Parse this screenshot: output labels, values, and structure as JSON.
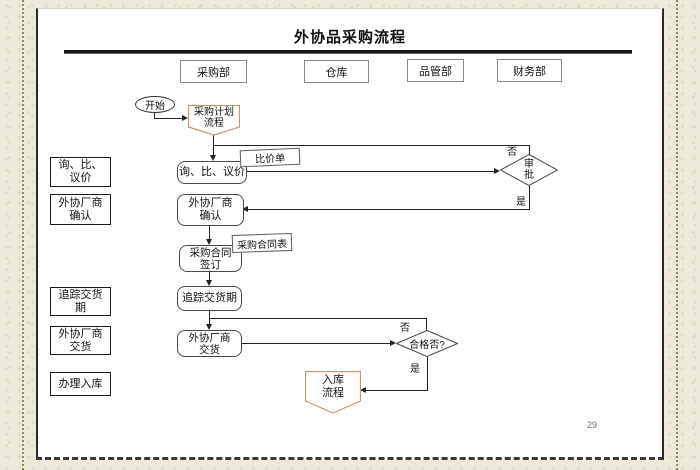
{
  "slide": {
    "title": "外协品采购流程",
    "page_number": "29"
  },
  "departments": [
    {
      "label": "采购部"
    },
    {
      "label": "仓库"
    },
    {
      "label": "品管部"
    },
    {
      "label": "财务部"
    }
  ],
  "side_labels": [
    {
      "text": "询、比、\n议价"
    },
    {
      "text": "外协厂商\n确认"
    },
    {
      "text": "追踪交货\n期"
    },
    {
      "text": "外协厂商\n交货"
    },
    {
      "text": "办理入库"
    }
  ],
  "flow": {
    "start": "开始",
    "plan_process": "采购计划\n流程",
    "inquiry": "询、比、议价",
    "price_sheet": "比价单",
    "approval": "审\n批",
    "vendor_confirm": "外协厂商\n确认",
    "contract_sign": "采购合同\n签订",
    "contract_form": "采购合同表",
    "track_delivery": "追踪交货期",
    "vendor_delivery": "外协厂商\n交货",
    "qualified": "合格否?",
    "inbound_process": "入库\n流程"
  },
  "branch_labels": {
    "yes": "是",
    "no": "否"
  },
  "colors": {
    "line": "#222222",
    "box_border": "#4a4a4a",
    "pennant_border": "#c99272",
    "background": "#ece9db"
  }
}
